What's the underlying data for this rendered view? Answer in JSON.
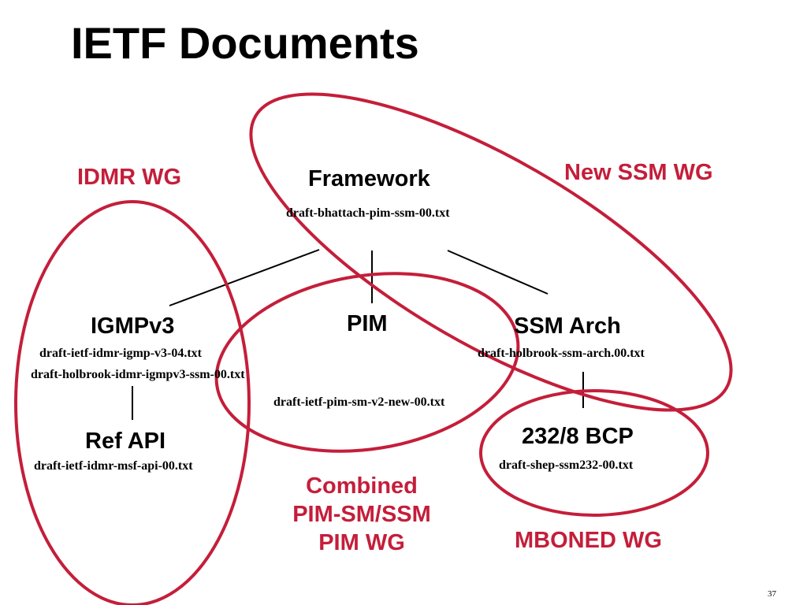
{
  "slide": {
    "title": "IETF Documents",
    "page_number": "37"
  },
  "groups": {
    "idmr_wg": "IDMR WG",
    "new_ssm_wg": "New SSM WG",
    "combined": [
      "Combined",
      "PIM-SM/SSM",
      "PIM WG"
    ],
    "mboned_wg": "MBONED WG"
  },
  "nodes": {
    "framework": {
      "label": "Framework",
      "doc": "draft-bhattach-pim-ssm-00.txt"
    },
    "igmpv3": {
      "label": "IGMPv3",
      "docs": [
        "draft-ietf-idmr-igmp-v3-04.txt",
        "draft-holbrook-idmr-igmpv3-ssm-00.txt"
      ]
    },
    "pim": {
      "label": "PIM",
      "doc": "draft-ietf-pim-sm-v2-new-00.txt"
    },
    "ssm_arch": {
      "label": "SSM Arch",
      "doc": "draft-holbrook-ssm-arch.00.txt"
    },
    "ref_api": {
      "label": "Ref API",
      "doc": "draft-ietf-idmr-msf-api-00.txt"
    },
    "bcp": {
      "label": "232/8 BCP",
      "doc": "draft-shep-ssm232-00.txt"
    }
  },
  "colors": {
    "group_outline": "#c41e3a",
    "group_text": "#c41e3a",
    "text": "#000000",
    "connector": "#000000",
    "background": "#ffffff"
  }
}
